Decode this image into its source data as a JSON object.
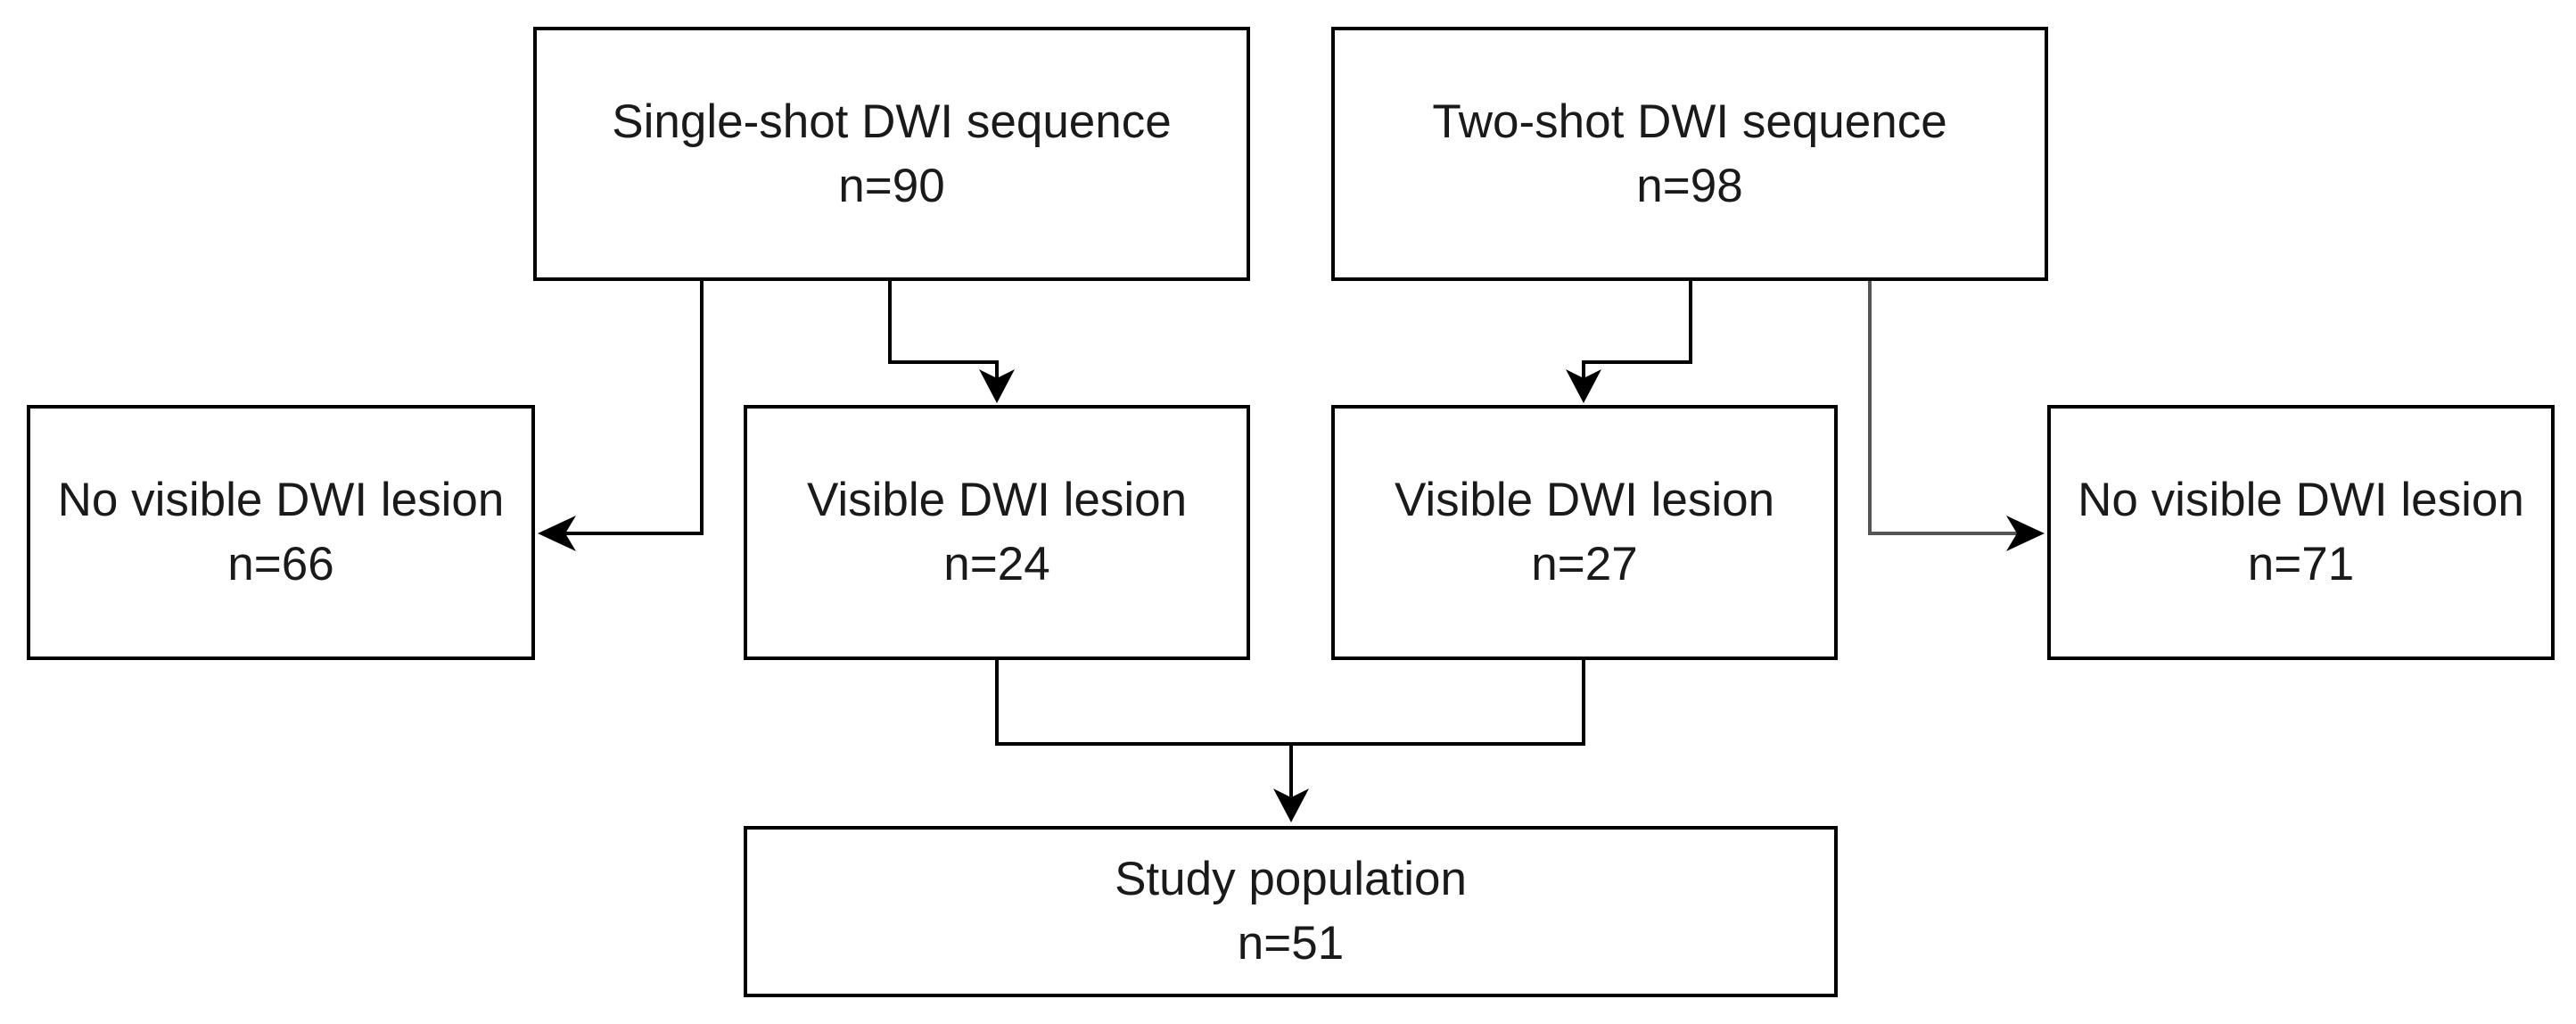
{
  "nodes": {
    "single_shot": {
      "title": "Single-shot DWI sequence",
      "count": "n=90"
    },
    "two_shot": {
      "title": "Two-shot DWI sequence",
      "count": "n=98"
    },
    "no_visible_left": {
      "title": "No visible DWI lesion",
      "count": "n=66"
    },
    "visible_left": {
      "title": "Visible DWI lesion",
      "count": "n=24"
    },
    "visible_right": {
      "title": "Visible DWI lesion",
      "count": "n=27"
    },
    "no_visible_right": {
      "title": "No visible DWI lesion",
      "count": "n=71"
    },
    "study_population": {
      "title": "Study population",
      "count": "n=51"
    }
  },
  "colors": {
    "border": "#000000",
    "text": "#1a1a1a",
    "connector": "#000000",
    "connector_light": "#555555",
    "background": "#ffffff"
  }
}
